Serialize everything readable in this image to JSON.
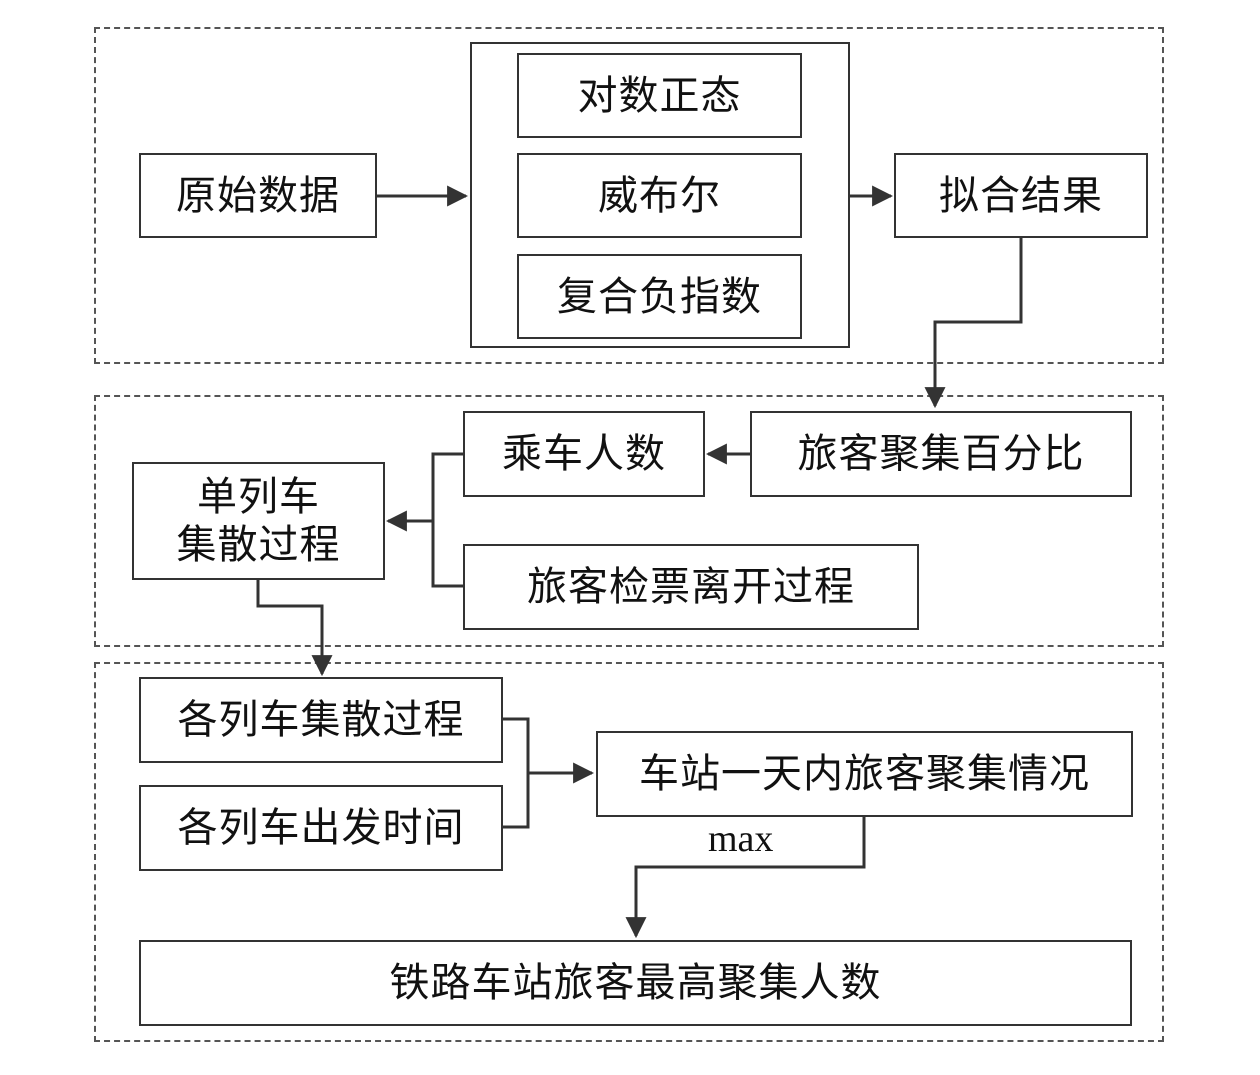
{
  "section_top": {
    "source": "原始数据",
    "methods": [
      "对数正态",
      "威布尔",
      "复合负指数"
    ],
    "result": "拟合结果"
  },
  "section_mid": {
    "percentage": "旅客聚集百分比",
    "riders": "乘车人数",
    "checkout": "旅客检票离开过程",
    "single_train_line1": "单列车",
    "single_train_line2": "集散过程"
  },
  "section_bottom": {
    "all_trains": "各列车集散过程",
    "departure_times": "各列车出发时间",
    "daily_gathering": "车站一天内旅客聚集情况",
    "max_label": "max",
    "final": "铁路车站旅客最高聚集人数"
  },
  "colors": {
    "line": "#333333",
    "dash": "#555555"
  }
}
